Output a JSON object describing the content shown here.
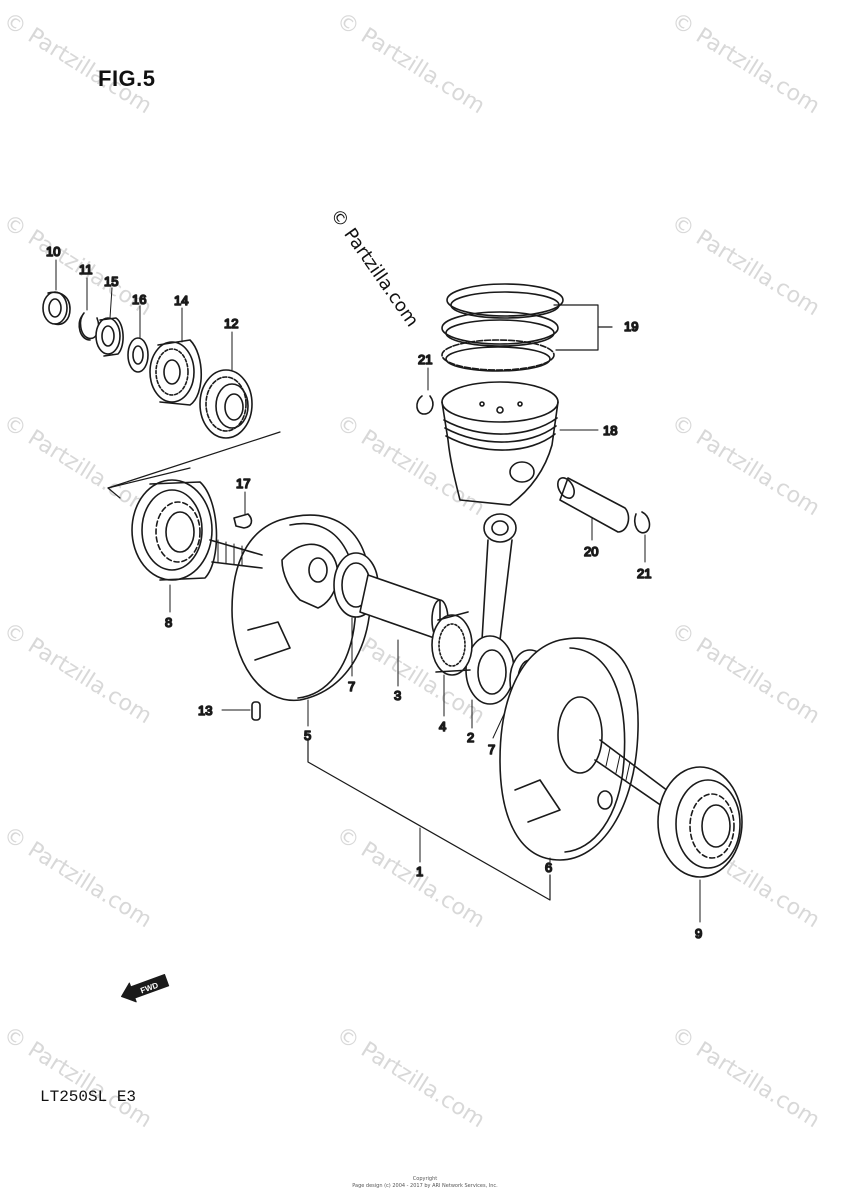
{
  "figure": {
    "title": "FIG.5",
    "model": "LT250SL  E3",
    "fwd_label": "FWD"
  },
  "watermark": {
    "text": "© Partzilla.com",
    "color": "#cfcfcf"
  },
  "footer": {
    "line1": "Copyright",
    "line2": "Page design (c) 2004 - 2017 by ARI Network Services, Inc."
  },
  "callouts": [
    {
      "id": "c10",
      "text": "10"
    },
    {
      "id": "c11",
      "text": "11"
    },
    {
      "id": "c15",
      "text": "15"
    },
    {
      "id": "c16",
      "text": "16"
    },
    {
      "id": "c14",
      "text": "14"
    },
    {
      "id": "c12",
      "text": "12"
    },
    {
      "id": "c17",
      "text": "17"
    },
    {
      "id": "c8",
      "text": "8"
    },
    {
      "id": "c19",
      "text": "19"
    },
    {
      "id": "c21a",
      "text": "21"
    },
    {
      "id": "c18",
      "text": "18"
    },
    {
      "id": "c20",
      "text": "20"
    },
    {
      "id": "c21b",
      "text": "21"
    },
    {
      "id": "c7a",
      "text": "7"
    },
    {
      "id": "c3",
      "text": "3"
    },
    {
      "id": "c4",
      "text": "4"
    },
    {
      "id": "c2",
      "text": "2"
    },
    {
      "id": "c7b",
      "text": "7"
    },
    {
      "id": "c13",
      "text": "13"
    },
    {
      "id": "c5",
      "text": "5"
    },
    {
      "id": "c1",
      "text": "1"
    },
    {
      "id": "c6",
      "text": "6"
    },
    {
      "id": "c9",
      "text": "9"
    }
  ]
}
